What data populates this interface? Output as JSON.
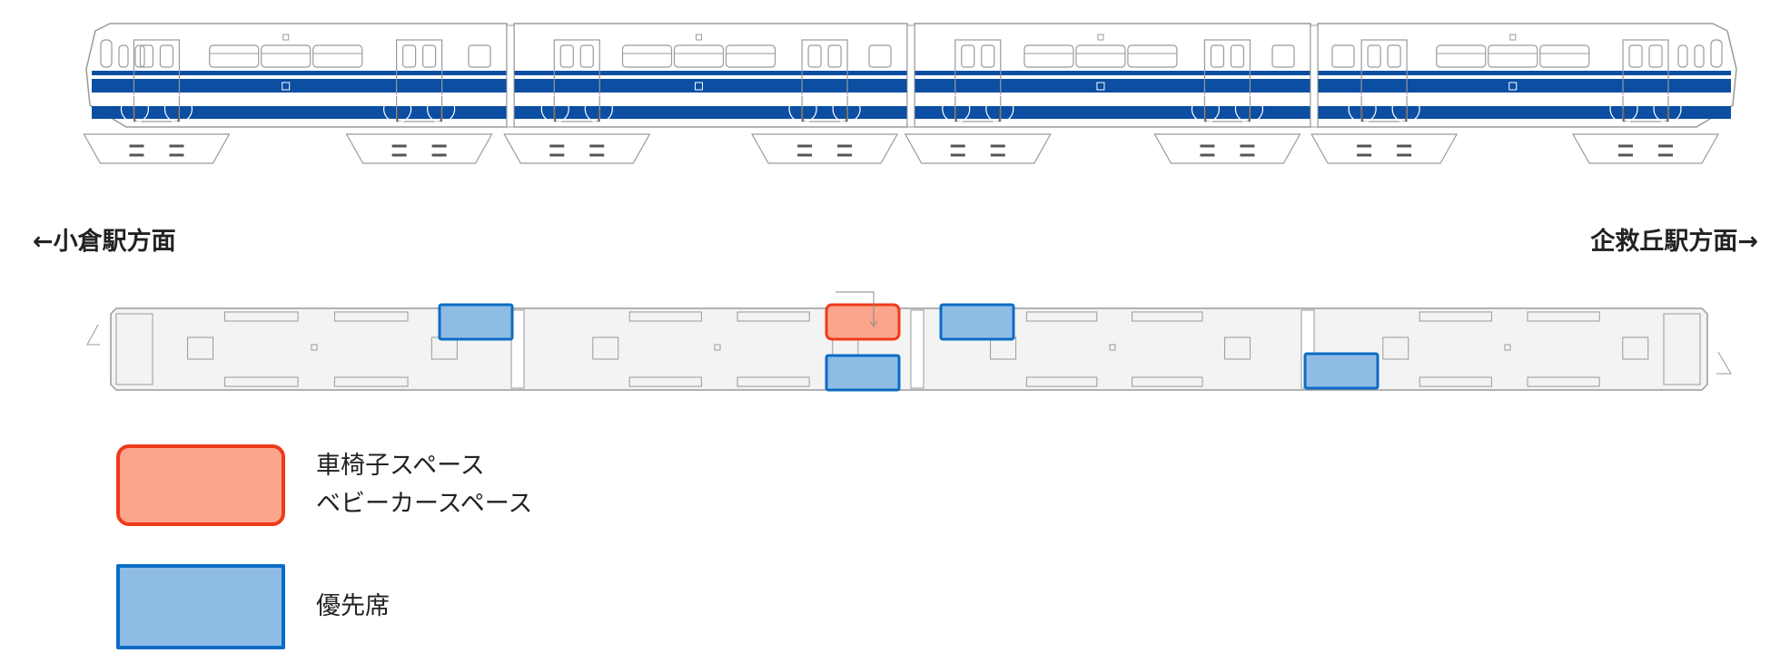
{
  "directions": {
    "left": "←小倉駅方面",
    "right": "企救丘駅方面→"
  },
  "legend": {
    "wheelchair": {
      "line1": "車椅子スペース",
      "line2": "ベビーカースペース"
    },
    "priority": {
      "label": "優先席"
    }
  },
  "colors": {
    "stripe": "#0b4ea2",
    "wheelchair_fill": "#fca58d",
    "wheelchair_border": "#ee3a1a",
    "priority_fill": "#8fbce4",
    "priority_border": "#0b6cc5",
    "outline": "#9a9a9a",
    "floor": "#f3f3f3"
  },
  "train": {
    "cars": 4,
    "icons": [
      "monorail-side-view",
      "monorail-floor-plan"
    ]
  }
}
